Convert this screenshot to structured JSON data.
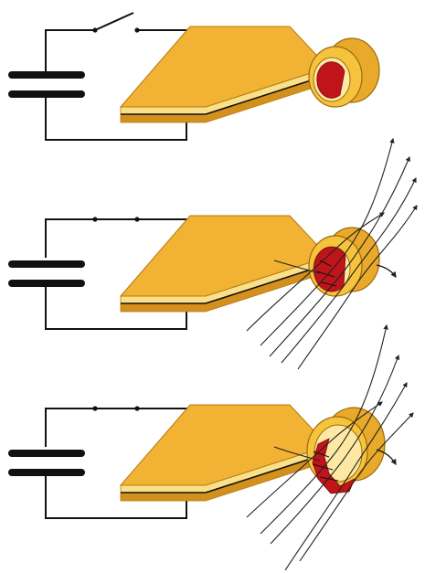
{
  "colors": {
    "background": "#ffffff",
    "wire": "#111111",
    "plate_top": "#f2b233",
    "plate_edge_light": "#fbe08a",
    "plate_edge_dark": "#d4901c",
    "ring_outer": "#f6c33c",
    "ring_inner_rim": "#fde9a3",
    "coil_hole": "#c0141b",
    "field_line": "#222222"
  },
  "panels": [
    {
      "name": "panel-1",
      "switch_state": "open",
      "field_lines": 0,
      "coil_state": "intact"
    },
    {
      "name": "panel-2",
      "switch_state": "closed",
      "field_lines": 6,
      "coil_state": "compressing"
    },
    {
      "name": "panel-3",
      "switch_state": "closed",
      "field_lines": 6,
      "coil_state": "crushed"
    }
  ]
}
